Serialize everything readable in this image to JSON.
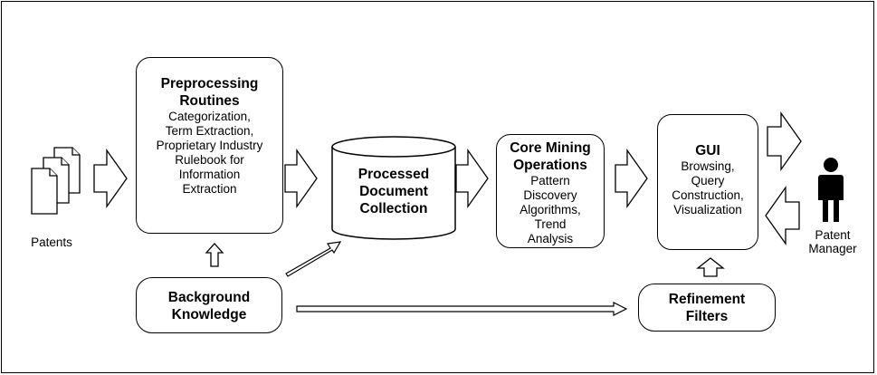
{
  "nodes": {
    "patents": {
      "label": "Patents"
    },
    "preprocessing": {
      "title_line1": "Preprocessing",
      "title_line2": "Routines",
      "lines": [
        "Categorization,",
        "Term Extraction,",
        "Proprietary Industry",
        "Rulebook for",
        "Information",
        "Extraction"
      ]
    },
    "processed": {
      "title_lines": [
        "Processed",
        "Document",
        "Collection"
      ]
    },
    "core_mining": {
      "title_lines": [
        "Core Mining",
        "Operations"
      ],
      "lines": [
        "Pattern",
        "Discovery",
        "Algorithms,",
        "Trend",
        "Analysis"
      ]
    },
    "gui": {
      "title": "GUI",
      "lines": [
        "Browsing,",
        "Query",
        "Construction,",
        "Visualization"
      ]
    },
    "background": {
      "title_lines": [
        "Background",
        "Knowledge"
      ]
    },
    "refinement": {
      "title_lines": [
        "Refinement",
        "Filters"
      ]
    },
    "manager": {
      "lines": [
        "Patent",
        "Manager"
      ]
    }
  }
}
